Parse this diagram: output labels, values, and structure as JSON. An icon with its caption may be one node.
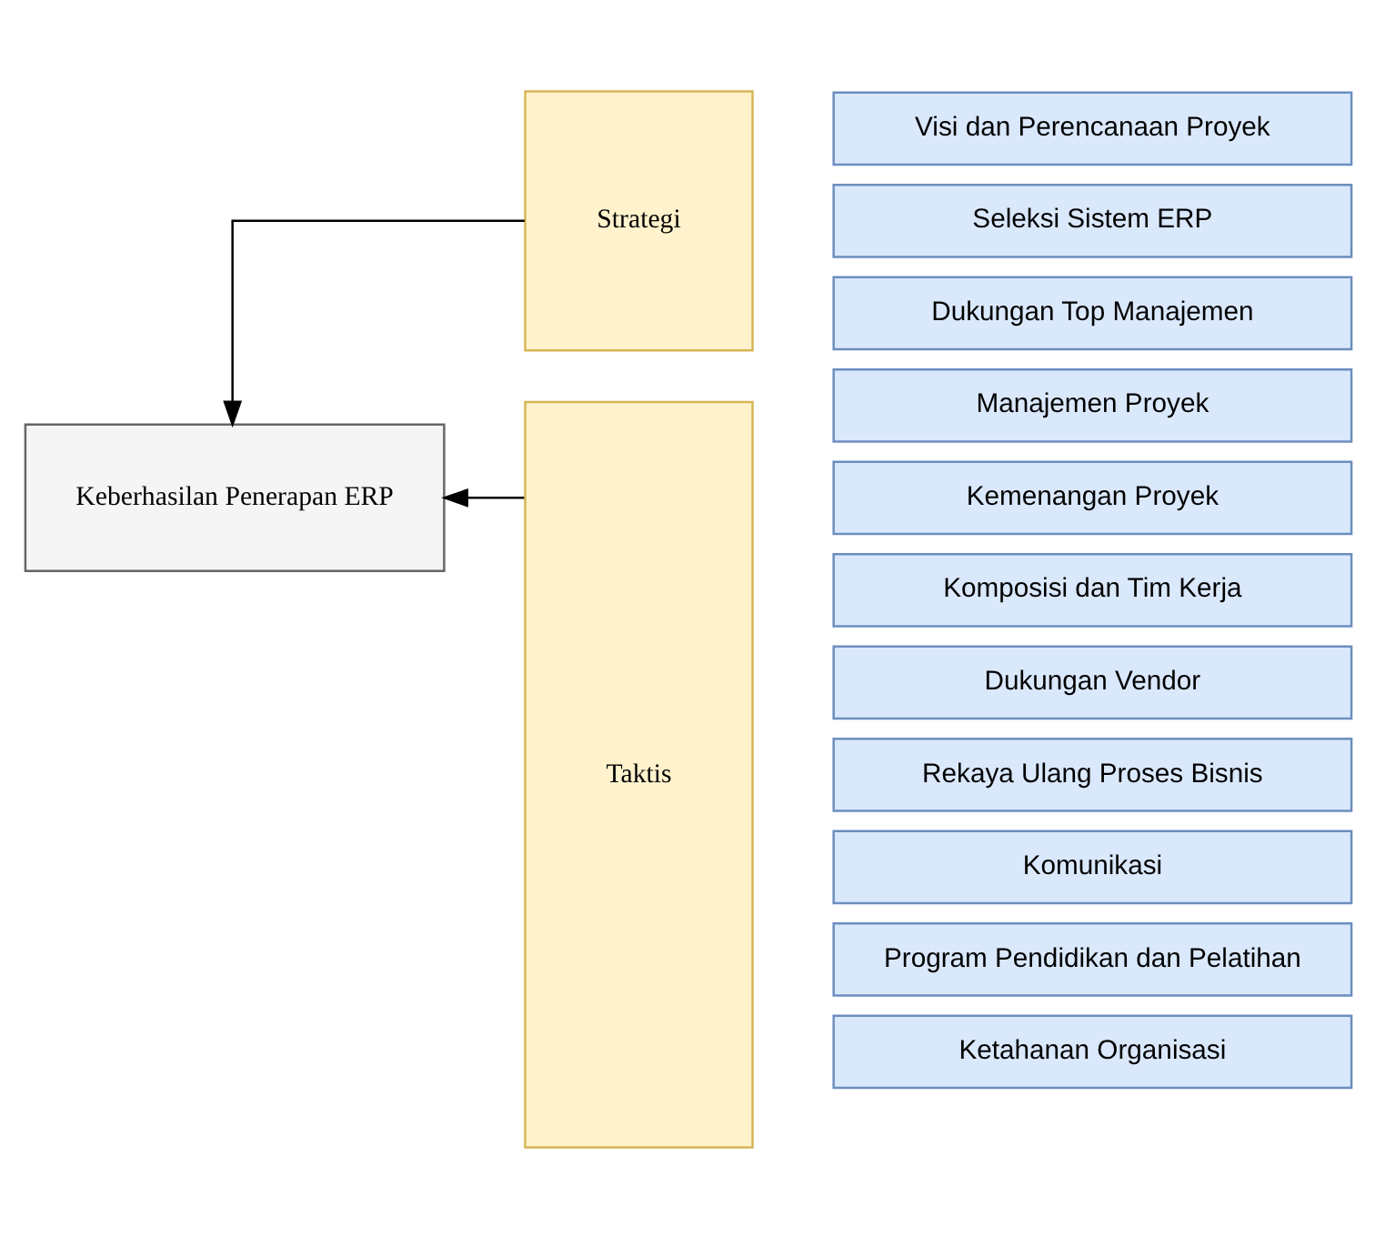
{
  "diagram": {
    "nodes": [
      {
        "text": [
          "Keberhasilan Penerapan ERP"
        ]
      },
      {
        "text": [
          "Strategi"
        ]
      },
      {
        "text": [
          "Taktis"
        ]
      },
      {
        "text": [
          "Visi dan Perencanaan Proyek"
        ]
      },
      {
        "text": [
          "Seleksi Sistem ERP"
        ]
      },
      {
        "text": [
          "Dukungan Top Manajemen"
        ]
      },
      {
        "text": [
          "Manajemen Proyek"
        ]
      },
      {
        "text": [
          "Kemenangan Proyek"
        ]
      },
      {
        "text": [
          "Komposisi dan Tim Kerja"
        ]
      },
      {
        "text": [
          "Dukungan Vendor"
        ]
      },
      {
        "text": [
          "Rekaya Ulang Proses Bisnis"
        ]
      },
      {
        "text": [
          "Komunikasi"
        ]
      },
      {
        "text": [
          "Program Pendidikan dan Pelatihan"
        ]
      },
      {
        "text": [
          "Ketahanan Organisasi"
        ]
      }
    ],
    "edges": [
      {
        "from": 1,
        "to": 0,
        "arrow": "to"
      },
      {
        "from": 2,
        "to": 0,
        "arrow": "to"
      }
    ]
  }
}
